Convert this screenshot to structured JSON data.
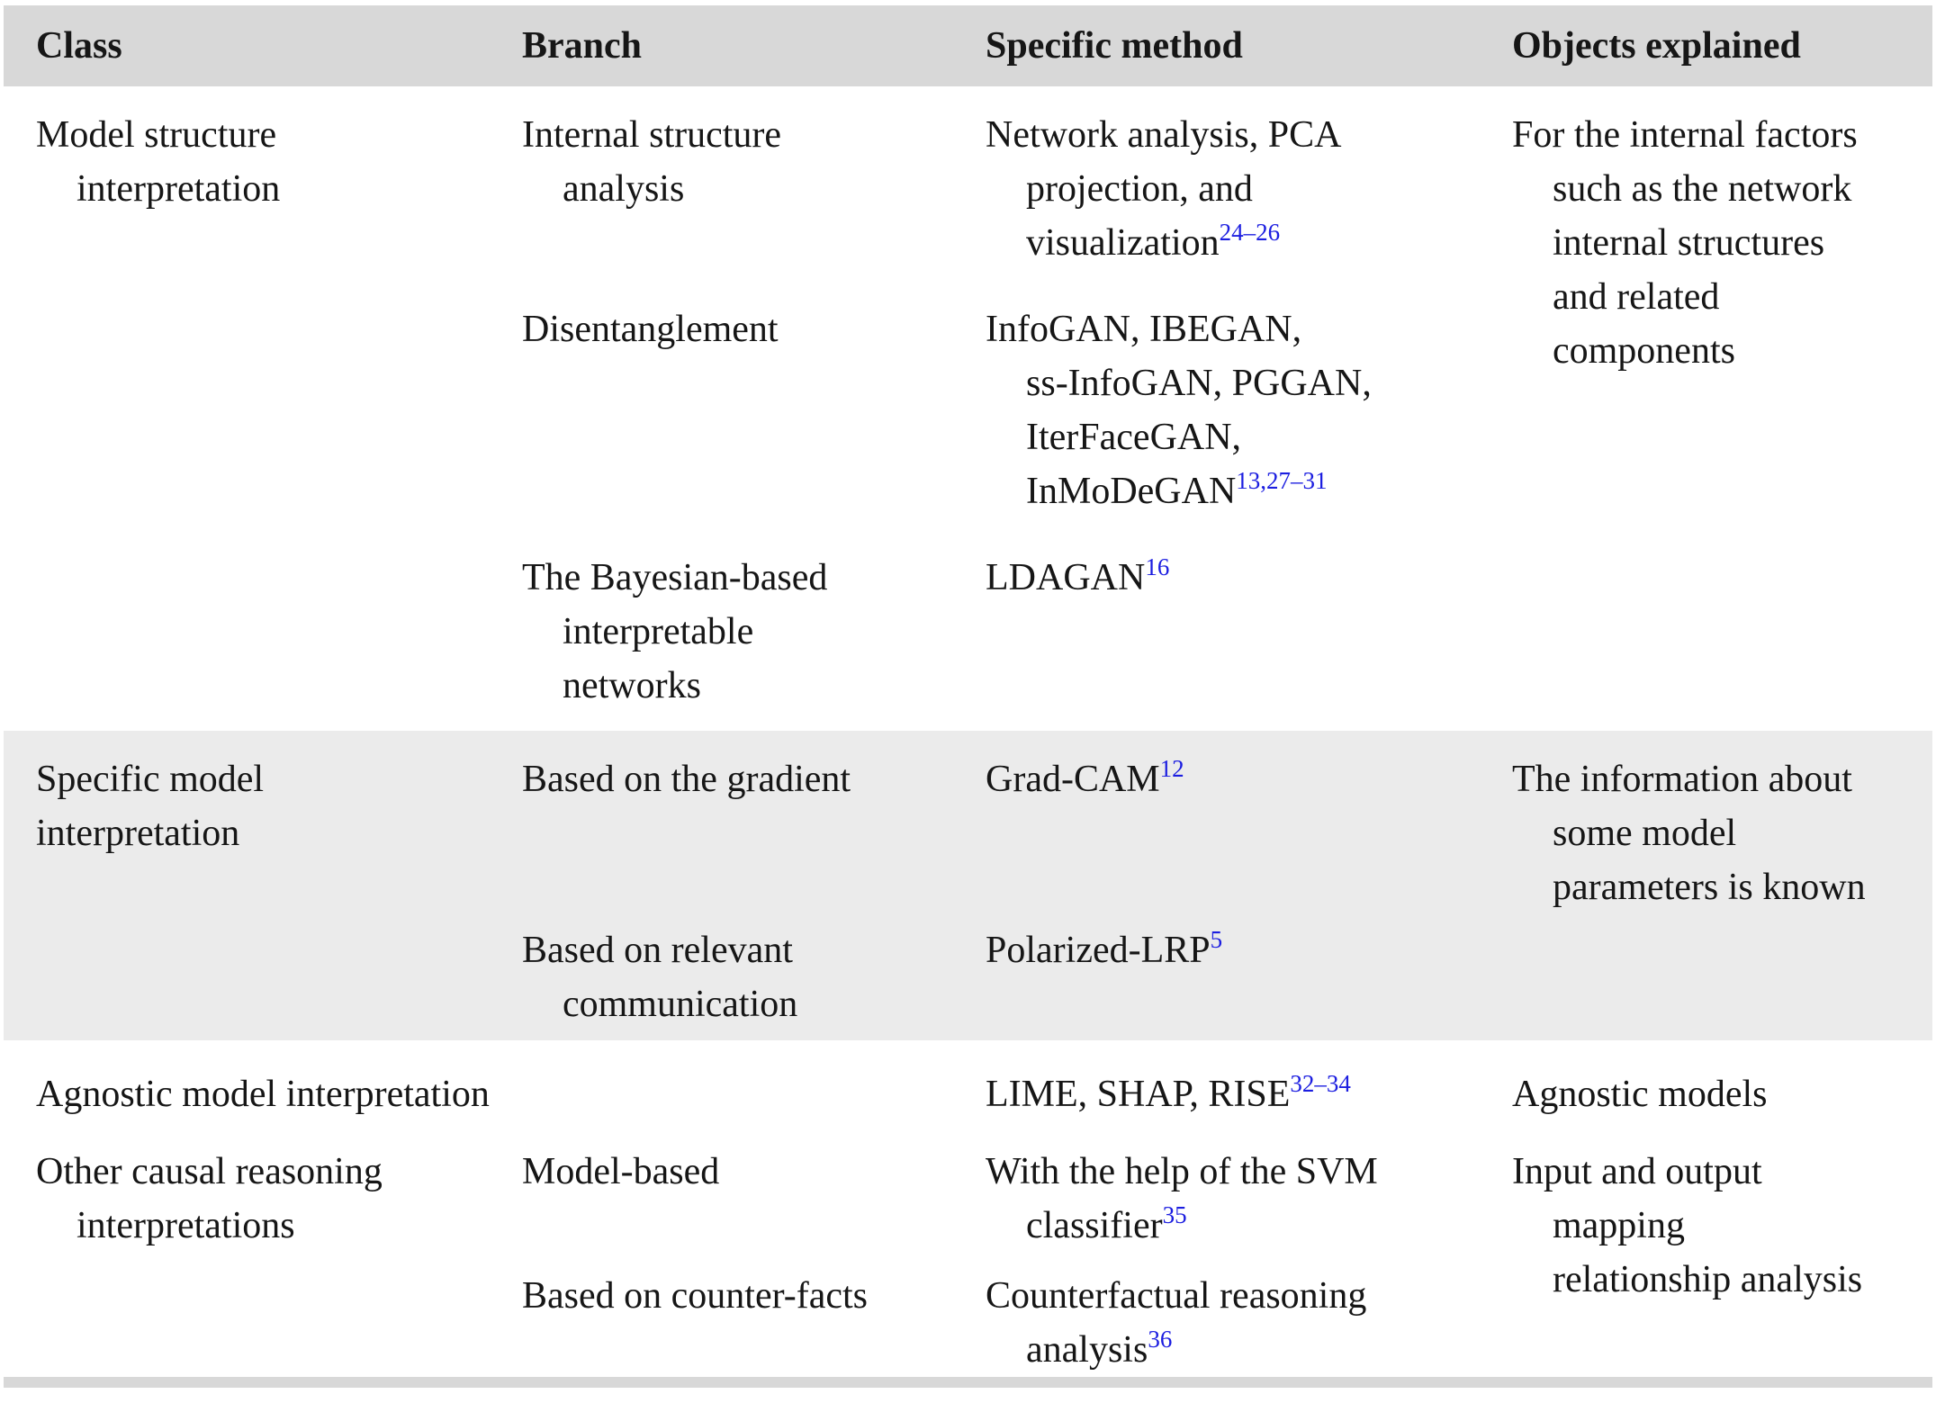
{
  "header": {
    "columns": {
      "class": "Class",
      "branch": "Branch",
      "method": "Specific method",
      "objects": "Objects explained"
    }
  },
  "colors": {
    "header_bg": "#d8d8d8",
    "band_bg": "#ebebeb",
    "citation_blue": "#1c1ee0",
    "text": "#161616"
  },
  "groups": [
    {
      "class": "Model structure\ninterpretation",
      "objects": "For the internal factors\nsuch as the network\ninternal structures\nand related\ncomponents",
      "subs": [
        {
          "branch": "Internal structure\nanalysis",
          "method": "Network analysis, PCA\nprojection, and\nvisualization",
          "ref": "24–26"
        },
        {
          "branch": "Disentanglement",
          "method": "InfoGAN, IBEGAN,\nss-InfoGAN, PGGAN,\nIterFaceGAN,\nInMoDeGAN",
          "ref": "13,27–31"
        },
        {
          "branch": "The Bayesian-based\ninterpretable\nnetworks",
          "method": "LDAGAN",
          "ref": "16"
        }
      ]
    },
    {
      "class": "Specific model\ninterpretation",
      "objects": "The information about\nsome model\nparameters is known",
      "subs": [
        {
          "branch": "Based on the gradient",
          "method": "Grad-CAM",
          "ref": "12"
        },
        {
          "branch": "Based on relevant\ncommunication",
          "method": "Polarized-LRP",
          "ref": "5"
        }
      ]
    },
    {
      "class": "Agnostic model interpretation",
      "objects": "Agnostic models",
      "subs": [
        {
          "method": "LIME, SHAP, RISE",
          "ref": "32–34"
        }
      ]
    },
    {
      "class": "Other causal reasoning\ninterpretations",
      "objects": "Input and output\nmapping\nrelationship analysis",
      "subs": [
        {
          "branch": "Model-based",
          "method": "With the help of the SVM\nclassifier",
          "ref": "35"
        },
        {
          "branch": "Based on counter-facts",
          "method": "Counterfactual reasoning\nanalysis",
          "ref": "36"
        }
      ]
    }
  ]
}
